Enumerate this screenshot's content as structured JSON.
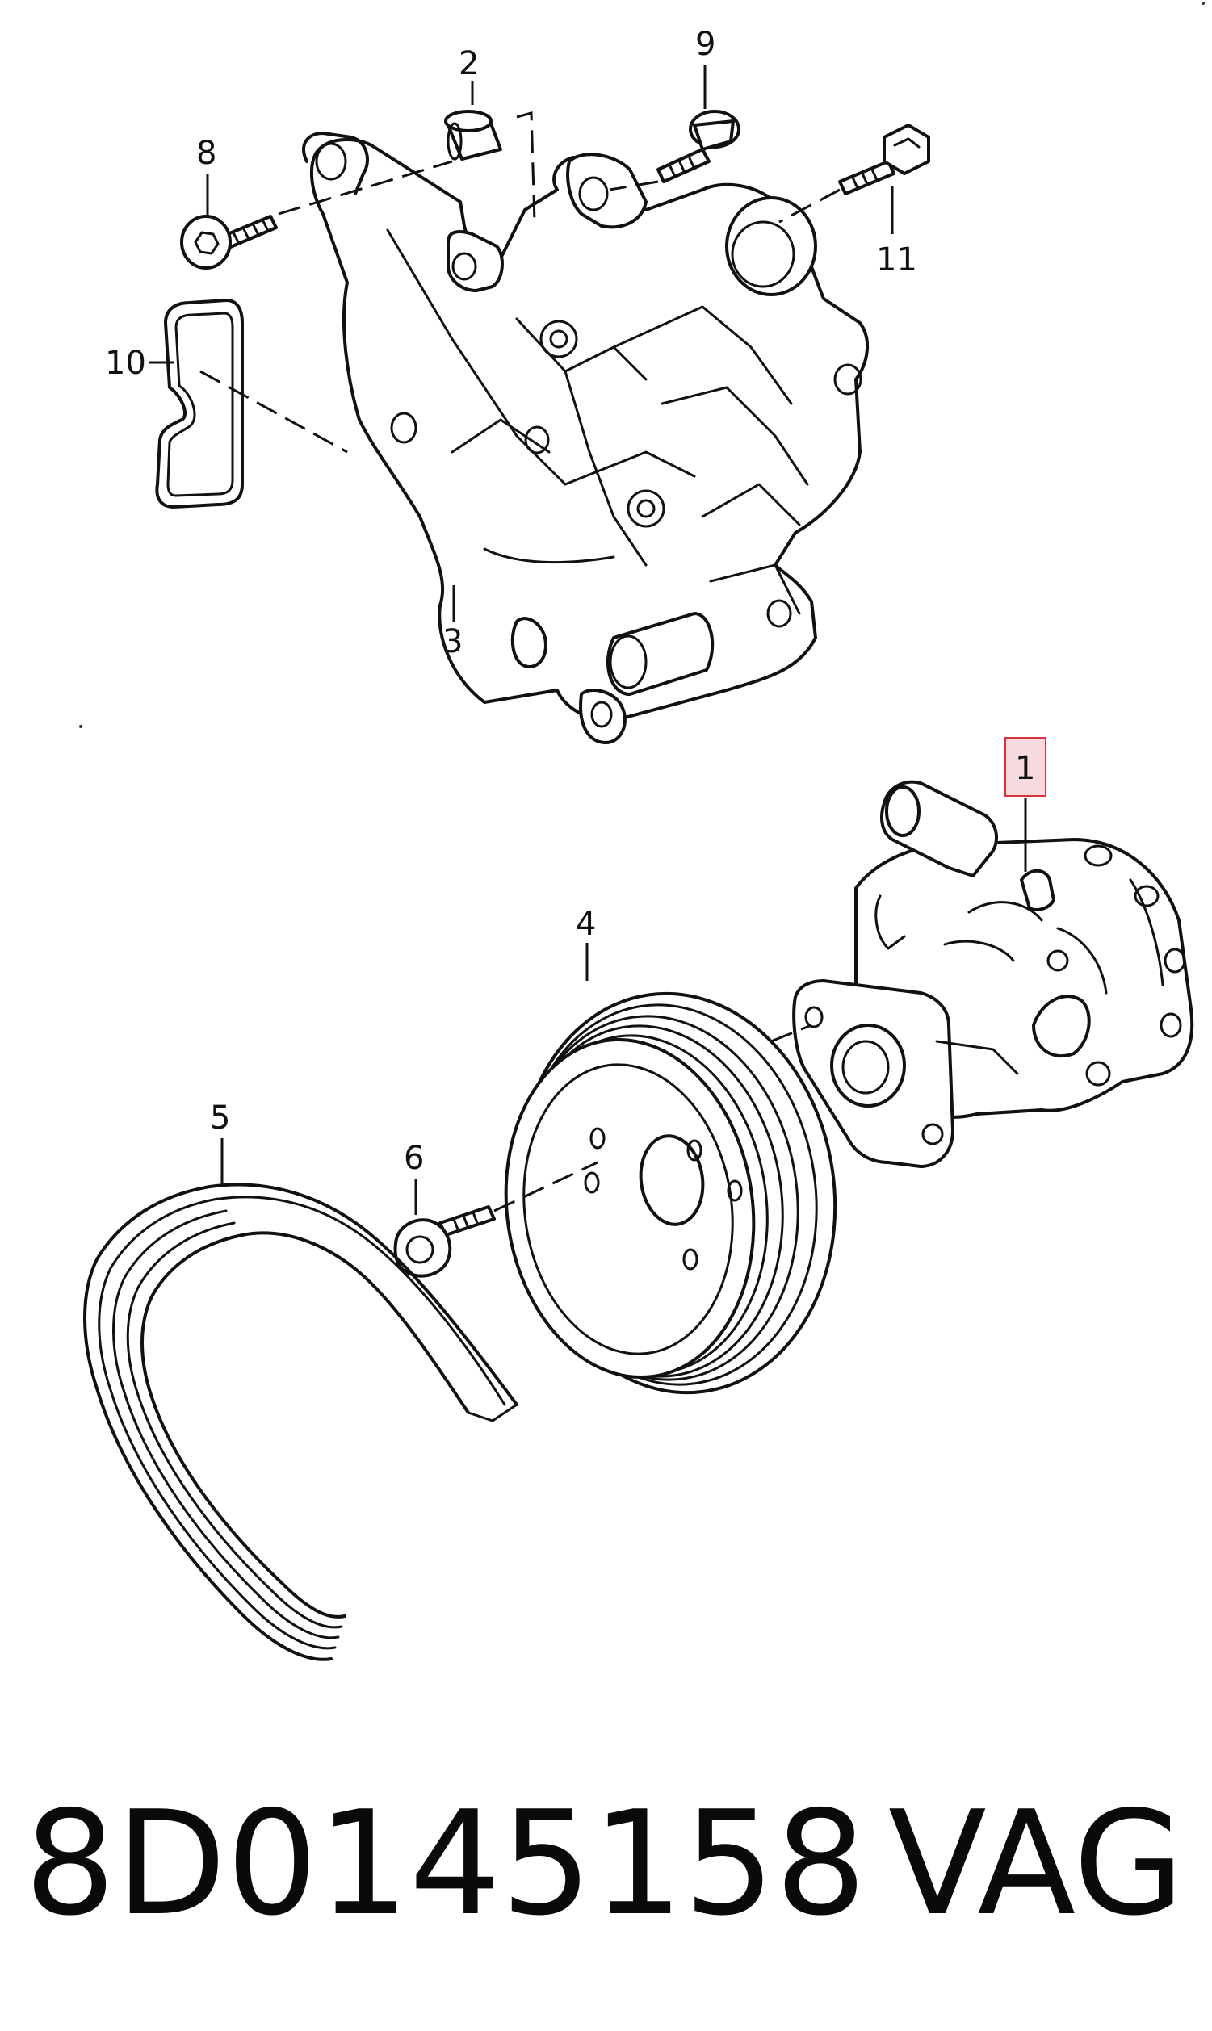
{
  "callouts": {
    "c1": "1",
    "c2": "2",
    "c3": "3",
    "c4": "4",
    "c5": "5",
    "c6": "6",
    "c8": "8",
    "c9": "9",
    "c10": "10",
    "c11": "11"
  },
  "highlight": {
    "color": "#d9333f",
    "fill": "#f7dadd",
    "target": "1"
  },
  "footer": {
    "part_number": "8D0145158",
    "brand": "VAG"
  }
}
